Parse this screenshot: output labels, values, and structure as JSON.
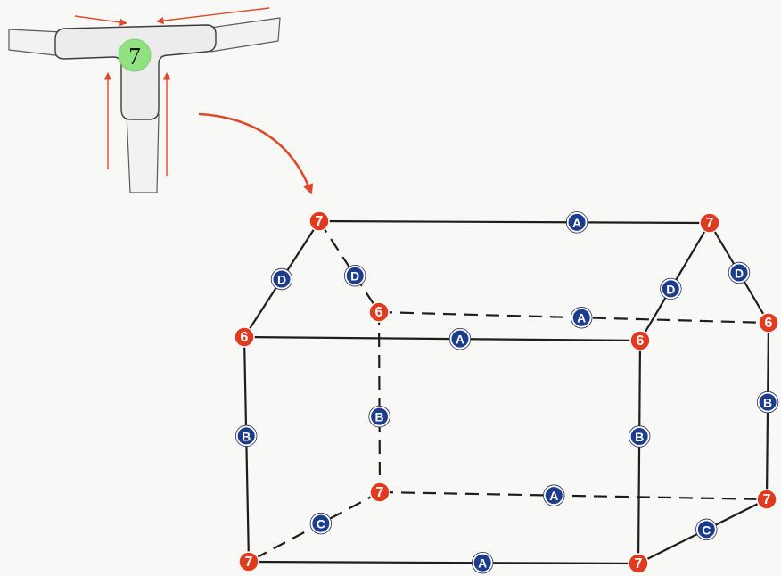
{
  "connector_detail": {
    "badge": "7"
  },
  "frame": {
    "nodes": [
      {
        "label": "7"
      },
      {
        "label": "7"
      },
      {
        "label": "6"
      },
      {
        "label": "6"
      },
      {
        "label": "6"
      },
      {
        "label": "6"
      },
      {
        "label": "7"
      },
      {
        "label": "7"
      },
      {
        "label": "7"
      },
      {
        "label": "7"
      }
    ],
    "edges": [
      {
        "from": 0,
        "to": 1,
        "label": "A",
        "dashed": false
      },
      {
        "from": 0,
        "to": 3,
        "label": "D",
        "dashed": false
      },
      {
        "from": 0,
        "to": 2,
        "label": "D",
        "dashed": true
      },
      {
        "from": 2,
        "to": 5,
        "label": "A",
        "dashed": true
      },
      {
        "from": 3,
        "to": 4,
        "label": "A",
        "dashed": false
      },
      {
        "from": 1,
        "to": 4,
        "label": "D",
        "dashed": false
      },
      {
        "from": 1,
        "to": 5,
        "label": "D",
        "dashed": false
      },
      {
        "from": 3,
        "to": 8,
        "label": "B",
        "dashed": false
      },
      {
        "from": 2,
        "to": 6,
        "label": "B",
        "dashed": true
      },
      {
        "from": 4,
        "to": 9,
        "label": "B",
        "dashed": false
      },
      {
        "from": 5,
        "to": 7,
        "label": "B",
        "dashed": false
      },
      {
        "from": 6,
        "to": 7,
        "label": "A",
        "dashed": true
      },
      {
        "from": 6,
        "to": 8,
        "label": "C",
        "dashed": true
      },
      {
        "from": 8,
        "to": 9,
        "label": "A",
        "dashed": false
      },
      {
        "from": 9,
        "to": 7,
        "label": "C",
        "dashed": false
      }
    ]
  },
  "colors": {
    "node": "#e23a1f",
    "label": "#1c3c8e",
    "arrow": "#e0482a",
    "badge": "#8fe27f",
    "line": "#1e1e1e"
  }
}
